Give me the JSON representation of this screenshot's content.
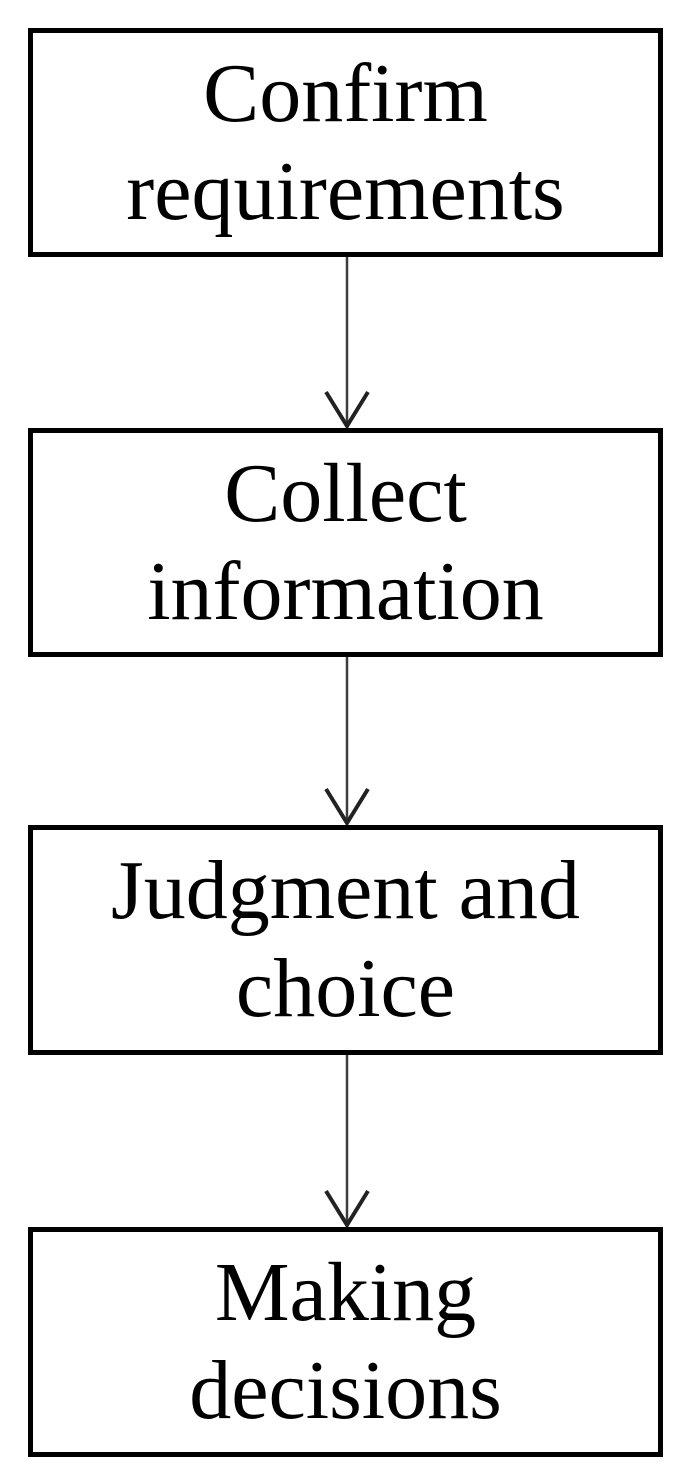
{
  "colors": {
    "background": "#ffffff",
    "border_color": "#000000",
    "text_color": "#000000",
    "arrow_color": "#3d3d3d",
    "arrowhead_color": "#222222"
  },
  "diagram": {
    "type": "flowchart",
    "direction": "top-to-bottom",
    "nodes": [
      {
        "id": "confirm-requirements",
        "label": "Confirm requirements",
        "lines": [
          "Confirm",
          "requirements"
        ]
      },
      {
        "id": "collect-information",
        "label": "Collect information",
        "lines": [
          "Collect",
          "information"
        ]
      },
      {
        "id": "judgment-and-choice",
        "label": "Judgment and choice",
        "lines": [
          "Judgment and",
          "choice"
        ]
      },
      {
        "id": "making-decisions",
        "label": "Making decisions",
        "lines": [
          "Making",
          "decisions"
        ]
      }
    ],
    "connections": [
      {
        "from": "confirm-requirements",
        "to": "collect-information"
      },
      {
        "from": "collect-information",
        "to": "judgment-and-choice"
      },
      {
        "from": "judgment-and-choice",
        "to": "making-decisions"
      }
    ]
  }
}
